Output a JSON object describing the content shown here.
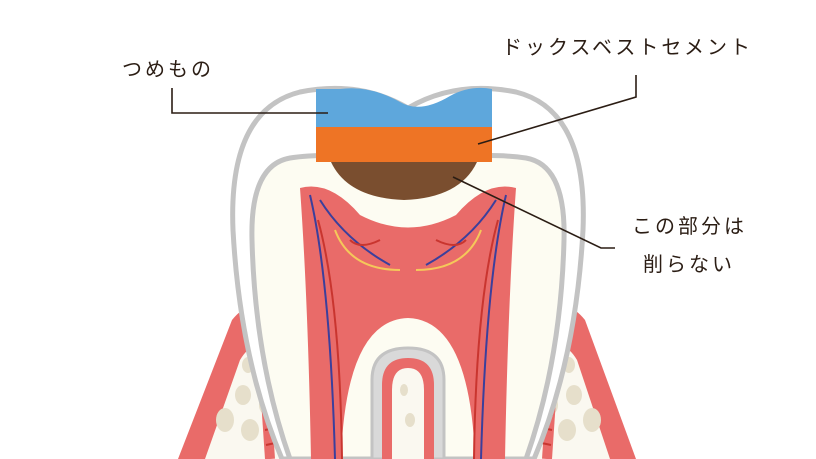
{
  "labels": {
    "filling": "つめもの",
    "cement": "ドックスベストセメント",
    "preserved_line1": "この部分は",
    "preserved_line2": "削らない"
  },
  "colors": {
    "filling": "#5ea7dc",
    "cement": "#ee7425",
    "preserved": "#7a4e2f",
    "enamel_outline": "#c3c3c3",
    "dentin": "#fdfcf2",
    "pulp": "#e96b69",
    "gum": "#e96b69",
    "bone": "#faf8f0",
    "bone_spots": "#e6dfcb",
    "vessel_blue": "#3b3f9c",
    "vessel_red": "#c9352f",
    "nerve_yellow": "#f5c85a",
    "leader_line": "#2b1d14"
  }
}
